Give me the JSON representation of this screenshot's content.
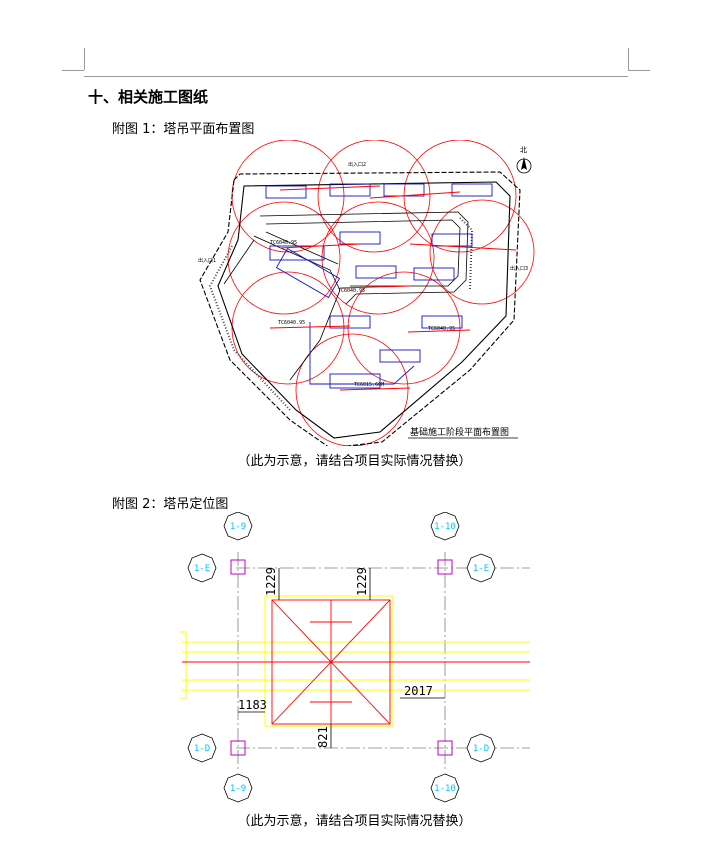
{
  "section": {
    "title": "十、相关施工图纸"
  },
  "figure1": {
    "label": "附图 1：塔吊平面布置图",
    "drawing_title": "基础施工阶段平面布置图",
    "north_label": "北",
    "entrances": [
      "出入口1",
      "出入口2",
      "出入口3"
    ],
    "cranes": [
      "TC6040.95",
      "TC6040.95",
      "TC6040.95",
      "TC6040.95",
      "TC6015.60M"
    ],
    "caption": "（此为示意，请结合项目实际情况替换）"
  },
  "figure2": {
    "label": "附图 2：塔吊定位图",
    "axes": {
      "top_left": "1-9",
      "top_right": "1-10",
      "mid_left": "1-E",
      "mid_right": "1-E",
      "bottom_left": "1-D",
      "bottom_right": "1-D",
      "bot_left": "1-9",
      "bot_right": "1-10"
    },
    "dimensions": {
      "top_left": "1229",
      "top_right": "1229",
      "mid_left": "1183",
      "mid_right": "2017",
      "bottom": "821"
    },
    "caption": "（此为示意，请结合项目实际情况替换）"
  },
  "colors": {
    "red": "#ff0000",
    "blue": "#1414c8",
    "yellow": "#ffff00",
    "magenta": "#c000c0",
    "cyan": "#00c8ff",
    "gray": "#808080"
  }
}
